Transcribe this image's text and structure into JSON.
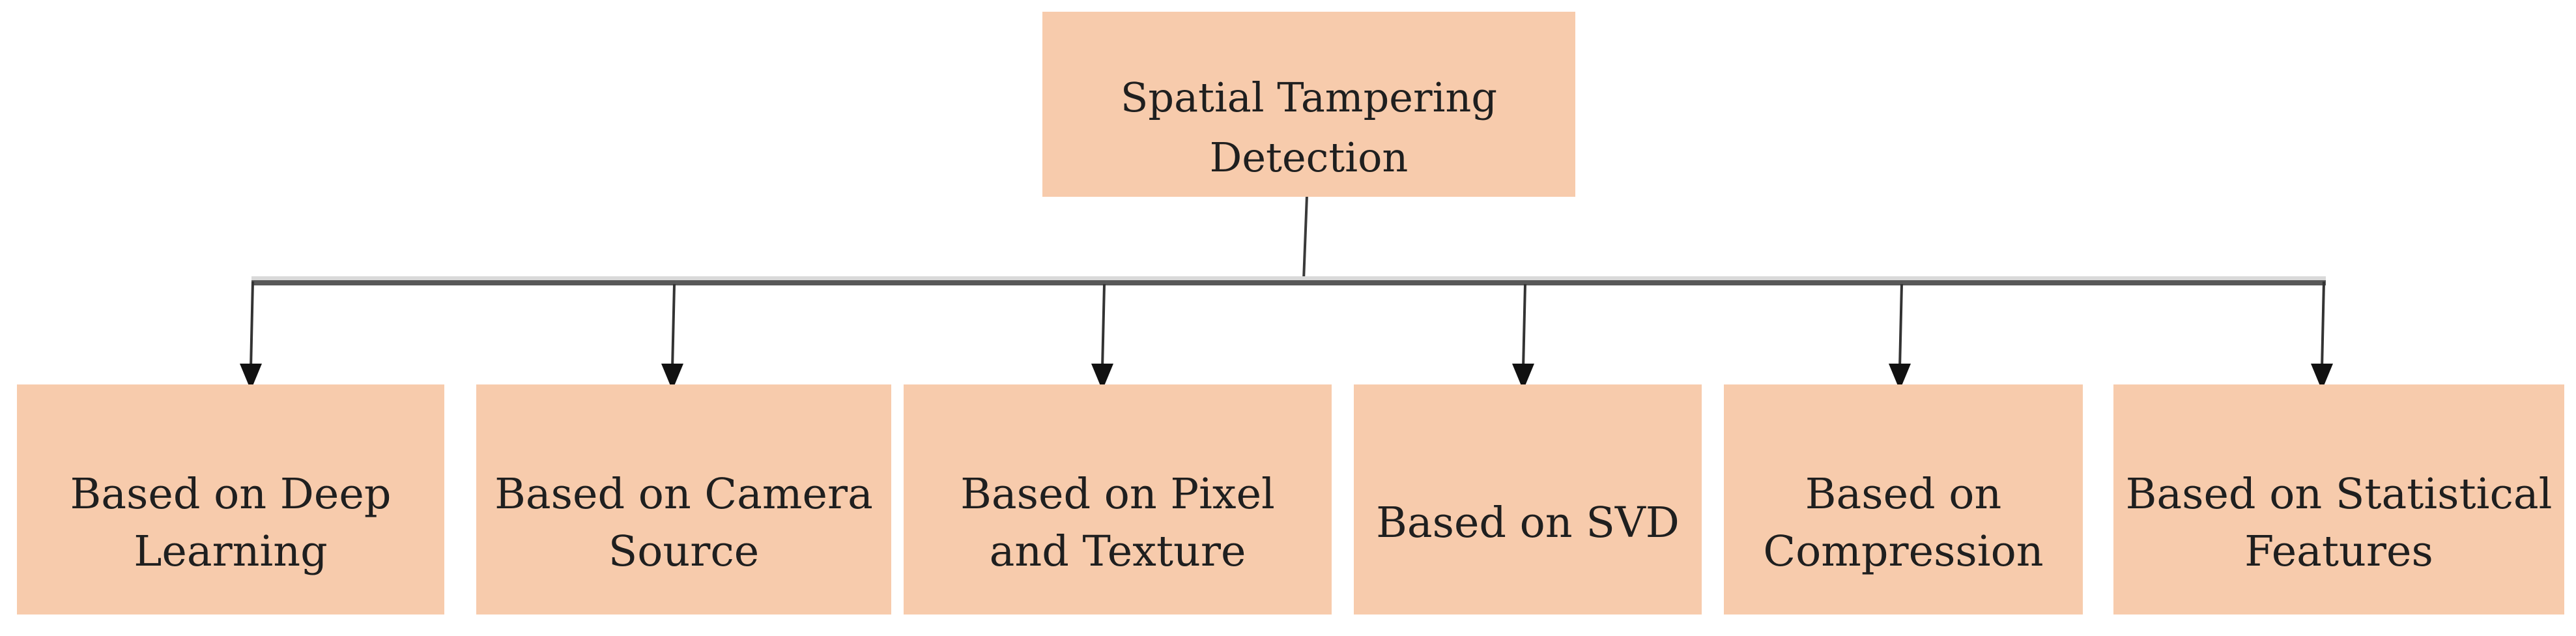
{
  "diagram": {
    "type": "hierarchy-tree",
    "root": {
      "label": "Spatial Tampering Detection",
      "line1": "Spatial Tampering",
      "line2": "Detection"
    },
    "children": [
      {
        "label": "Based on Deep Learning",
        "line1": "Based on Deep",
        "line2": "Learning"
      },
      {
        "label": "Based on Camera Source",
        "line1": "Based on Camera",
        "line2": "Source"
      },
      {
        "label": "Based on Pixel and Texture",
        "line1": "Based on Pixel",
        "line2": "and Texture"
      },
      {
        "label": "Based on SVD",
        "line1": "Based on SVD",
        "line2": ""
      },
      {
        "label": "Based on Compression",
        "line1": "Based on",
        "line2": "Compression"
      },
      {
        "label": "Based on Statistical Features",
        "line1": "Based on Statistical",
        "line2": "Features"
      }
    ],
    "colors": {
      "node_fill": "#f7cbac",
      "node_text": "#1f1f1f",
      "stem_line": "#3a3a3a",
      "trunk_dark": "#585858",
      "trunk_light": "#d9d9d9",
      "branch_line": "#333333",
      "arrowhead": "#111111",
      "background": "#ffffff"
    }
  }
}
